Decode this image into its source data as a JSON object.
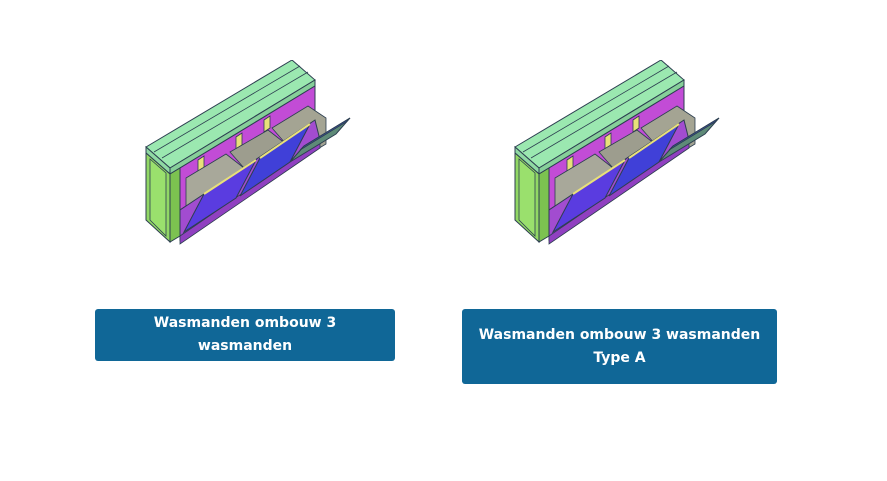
{
  "theme": {
    "button_bg": "#106797",
    "button_text": "#ffffff"
  },
  "products": [
    {
      "image_icon": "laundry-basket-cabinet-3d-model",
      "button_label": "Wasmanden ombouw 3 wasmanden"
    },
    {
      "image_icon": "laundry-basket-cabinet-3d-model",
      "button_label": "Wasmanden ombouw 3 wasmanden\nType A"
    }
  ]
}
